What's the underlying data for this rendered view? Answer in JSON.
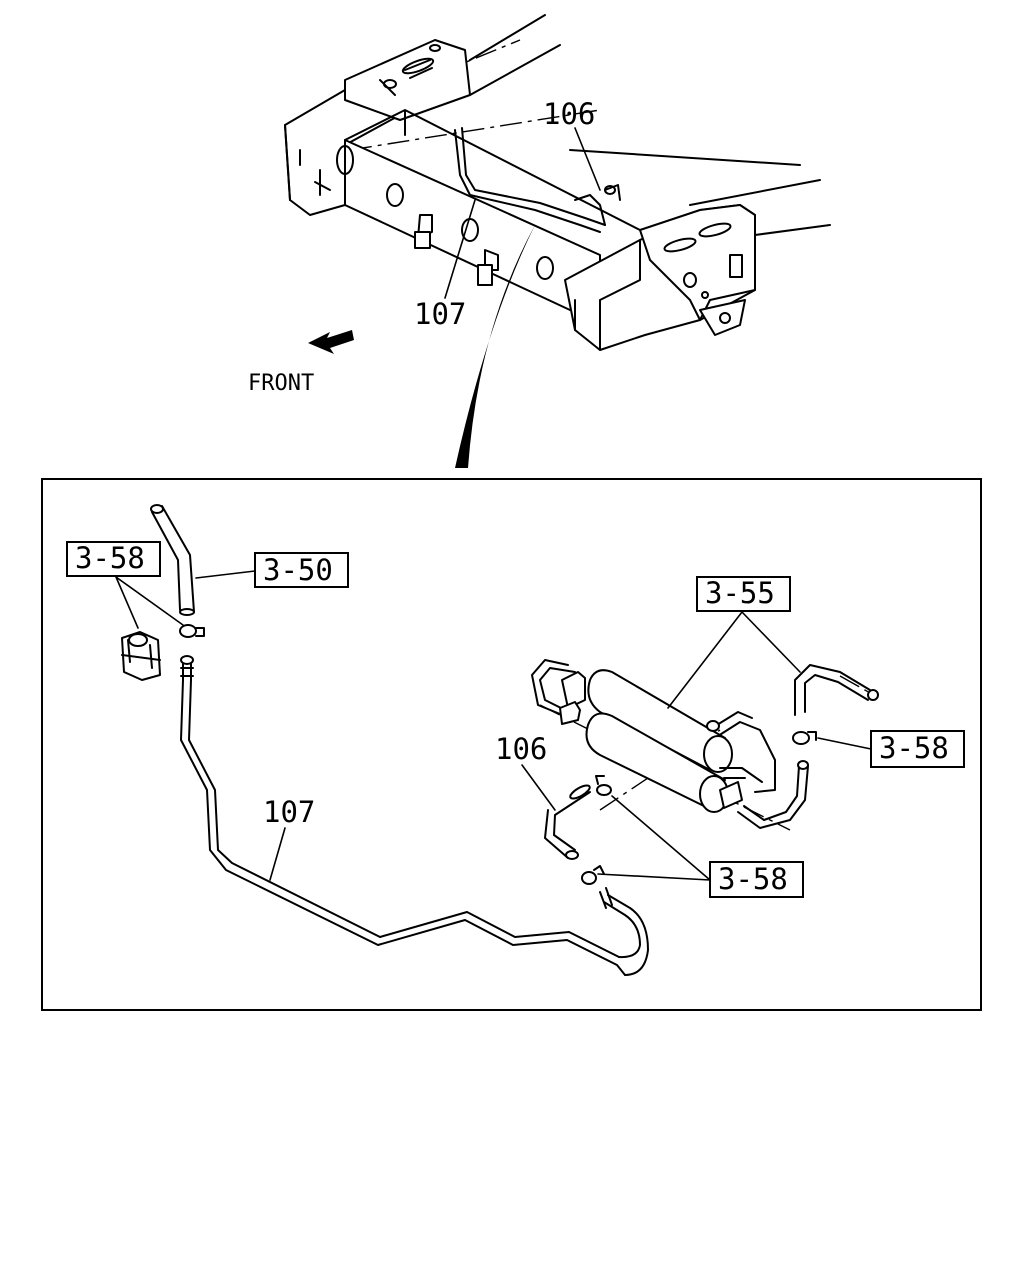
{
  "overview": {
    "callouts": {
      "p106": "106",
      "p107": "107"
    },
    "direction_label": "FRONT"
  },
  "detail": {
    "callouts": {
      "p107": "107",
      "p106": "106",
      "ref_3_58_a": "3-58",
      "ref_3_50": "3-50",
      "ref_3_55": "3-55",
      "ref_3_58_b": "3-58",
      "ref_3_58_c": "3-58"
    }
  }
}
